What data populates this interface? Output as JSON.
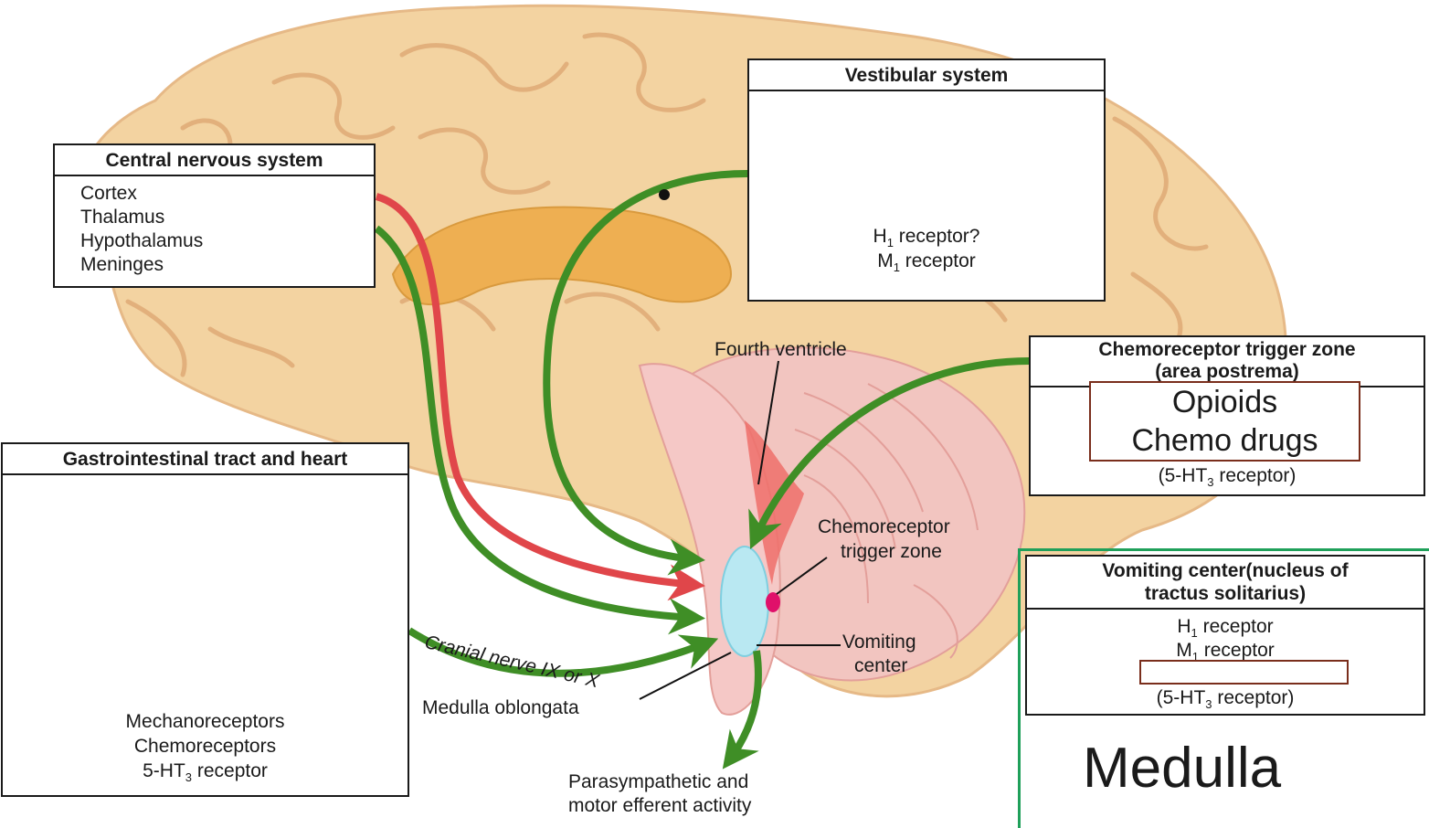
{
  "central_nervous_system": {
    "title": "Central nervous system",
    "items": [
      "Cortex",
      "Thalamus",
      "Hypothalamus",
      "Meninges"
    ]
  },
  "vestibular_system": {
    "title": "Vestibular system",
    "receptor_1_letter": "H",
    "receptor_1_sub": "1",
    "receptor_1_text": " receptor?",
    "receptor_2_letter": "M",
    "receptor_2_sub": "1",
    "receptor_2_text": " receptor"
  },
  "chemoreceptor_trigger_zone_box": {
    "title_line1": "Chemoreceptor trigger zone",
    "title_line2": "(area postrema)",
    "receptor_prefix": "(5-HT",
    "receptor_sub": "3",
    "receptor_suffix": " receptor)",
    "overlay_line1": "Opioids",
    "overlay_line2": "Chemo drugs"
  },
  "gi_tract_and_heart": {
    "title": "Gastrointestinal tract and heart",
    "items": [
      "Mechanoreceptors",
      "Chemoreceptors"
    ],
    "receptor_prefix": "5-HT",
    "receptor_sub": "3",
    "receptor_suffix": " receptor"
  },
  "vomiting_center_box": {
    "title_line1": "Vomiting center(nucleus of",
    "title_line2": "tractus solitarius)",
    "receptor_1_letter": "H",
    "receptor_1_sub": "1",
    "receptor_1_text": " receptor",
    "receptor_2_letter": "M",
    "receptor_2_sub": "1",
    "receptor_2_text": " receptor",
    "receptor_3_prefix": "(5-HT",
    "receptor_3_sub": "3",
    "receptor_3_suffix": " receptor)"
  },
  "diagram_labels": {
    "fourth_ventricle": "Fourth ventricle",
    "ctz_line1": "Chemoreceptor",
    "ctz_line2": "trigger zone",
    "vomiting_center_line1": "Vomiting",
    "vomiting_center_line2": "center",
    "medulla_oblongata": "Medulla oblongata",
    "cranial_nerve": "Cranial nerve IX or X",
    "efferent_line1": "Parasympathetic and",
    "efferent_line2": "motor efferent activity"
  },
  "medulla_label": "Medulla",
  "colors": {
    "arrow_green": "#3f8e26",
    "arrow_red": "#e0464a",
    "brain_tan": "#f3d3a1",
    "cerebellum_pink": "#f2c5c0",
    "vomiting_center_blue": "#b9e8f2",
    "ctz_magenta": "#e0106a",
    "medulla_frame_green": "#1fa05a",
    "overlay_border": "#7a2e1c"
  }
}
